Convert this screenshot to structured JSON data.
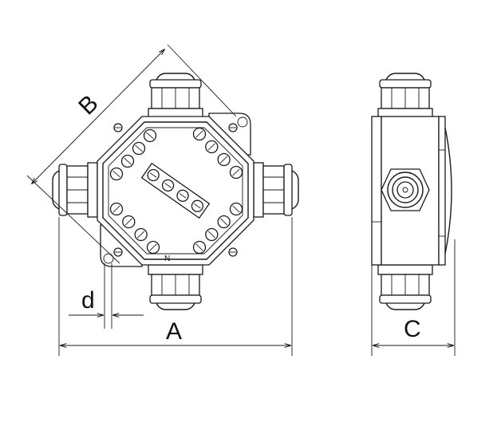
{
  "labels": {
    "a": "A",
    "b": "B",
    "c": "C",
    "d": "d",
    "n": "N"
  },
  "front_view": {
    "terminal_count_per_bank": 4,
    "screw_count_center": 4
  },
  "colors": {
    "line": "#1a1a1a",
    "background": "#ffffff"
  }
}
